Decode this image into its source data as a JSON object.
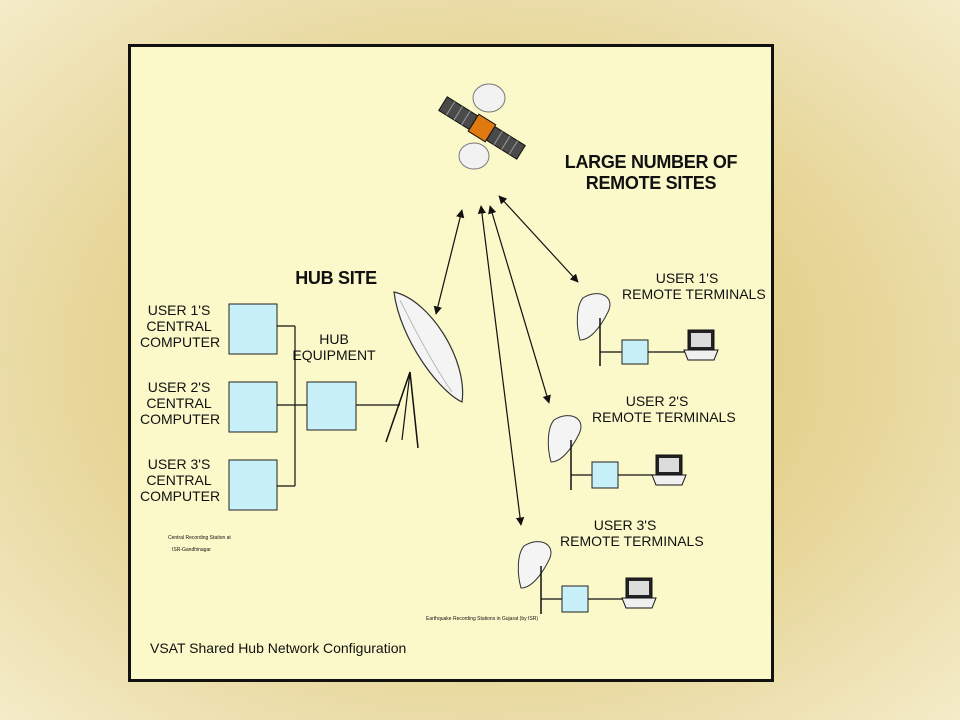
{
  "slide": {
    "background_color": "#e6d596",
    "panel_color": "#fbf9c9",
    "box_color": "#c8f0f8"
  },
  "diagram": {
    "title": "VSAT Shared Hub Network Configuration",
    "remote_heading_line1": "LARGE NUMBER OF",
    "remote_heading_line2": "REMOTE SITES",
    "hub_site_label": "HUB SITE",
    "hub_equipment_line1": "HUB",
    "hub_equipment_line2": "EQUIPMENT",
    "central_computers": [
      {
        "line1": "USER 1'S",
        "line2": "CENTRAL",
        "line3": "COMPUTER"
      },
      {
        "line1": "USER 2'S",
        "line2": "CENTRAL",
        "line3": "COMPUTER"
      },
      {
        "line1": "USER 3'S",
        "line2": "CENTRAL",
        "line3": "COMPUTER"
      }
    ],
    "remote_terminals": [
      {
        "line1": "USER 1'S",
        "line2": "REMOTE TERMINALS"
      },
      {
        "line1": "USER 2'S",
        "line2": "REMOTE TERMINALS"
      },
      {
        "line1": "USER 3'S",
        "line2": "REMOTE TERMINALS"
      }
    ],
    "note_hub_line1": "Central Recording Station at",
    "note_hub_line2": "ISR-Gandhinagar",
    "note_remote": "Earthquake Recording Stations in Gujarat (by ISR)",
    "icons": [
      "satellite-icon",
      "hub-dish-antenna-icon",
      "remote-dish-antenna-icon",
      "laptop-icon"
    ]
  }
}
